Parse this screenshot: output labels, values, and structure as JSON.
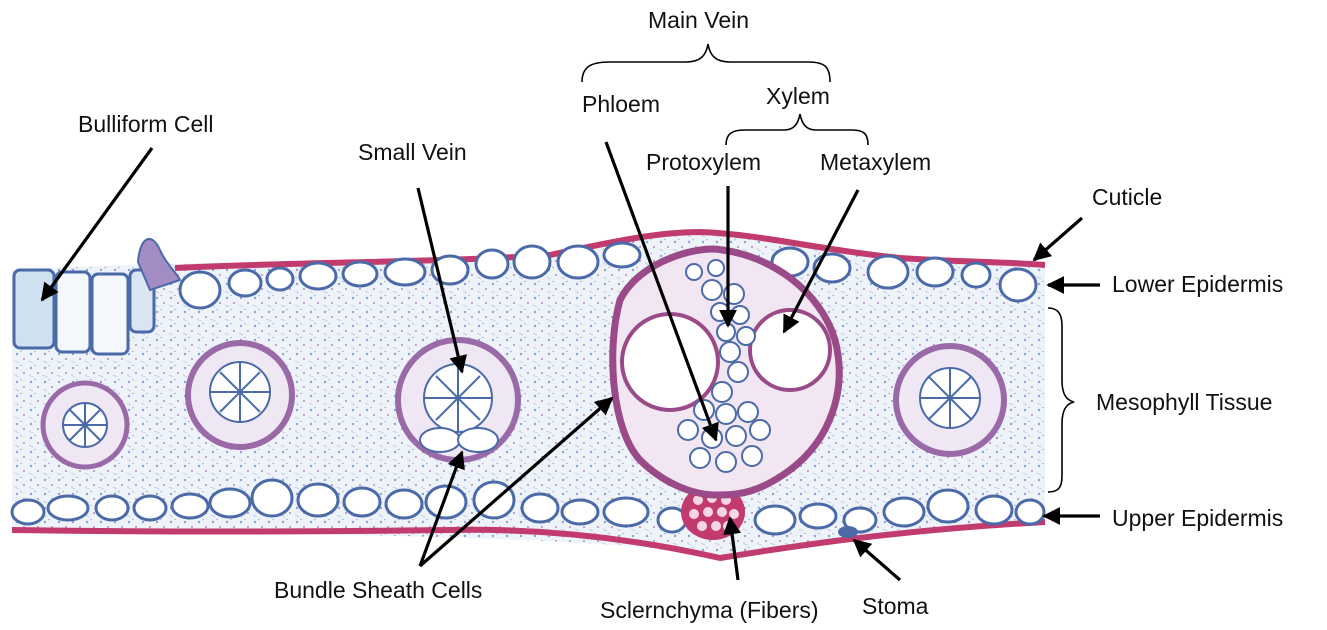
{
  "labels": {
    "main_vein": "Main Vein",
    "phloem": "Phloem",
    "xylem": "Xylem",
    "protoxylem": "Protoxylem",
    "metaxylem": "Metaxylem",
    "bulliform_cell": "Bulliform Cell",
    "small_vein": "Small Vein",
    "cuticle": "Cuticle",
    "lower_epidermis": "Lower Epidermis",
    "mesophyll_tissue": "Mesophyll Tissue",
    "upper_epidermis": "Upper Epidermis",
    "bundle_sheath_cells": "Bundle Sheath Cells",
    "sclerenchyma": "Sclernchyma (Fibers)",
    "stoma": "Stoma"
  },
  "colors": {
    "epidermis_stain": "#c23b6e",
    "cell_wall": "#4a6aa8",
    "mesophyll_bg": "#e9eef7",
    "sheath": "#7b6aa8",
    "text": "#111111"
  }
}
